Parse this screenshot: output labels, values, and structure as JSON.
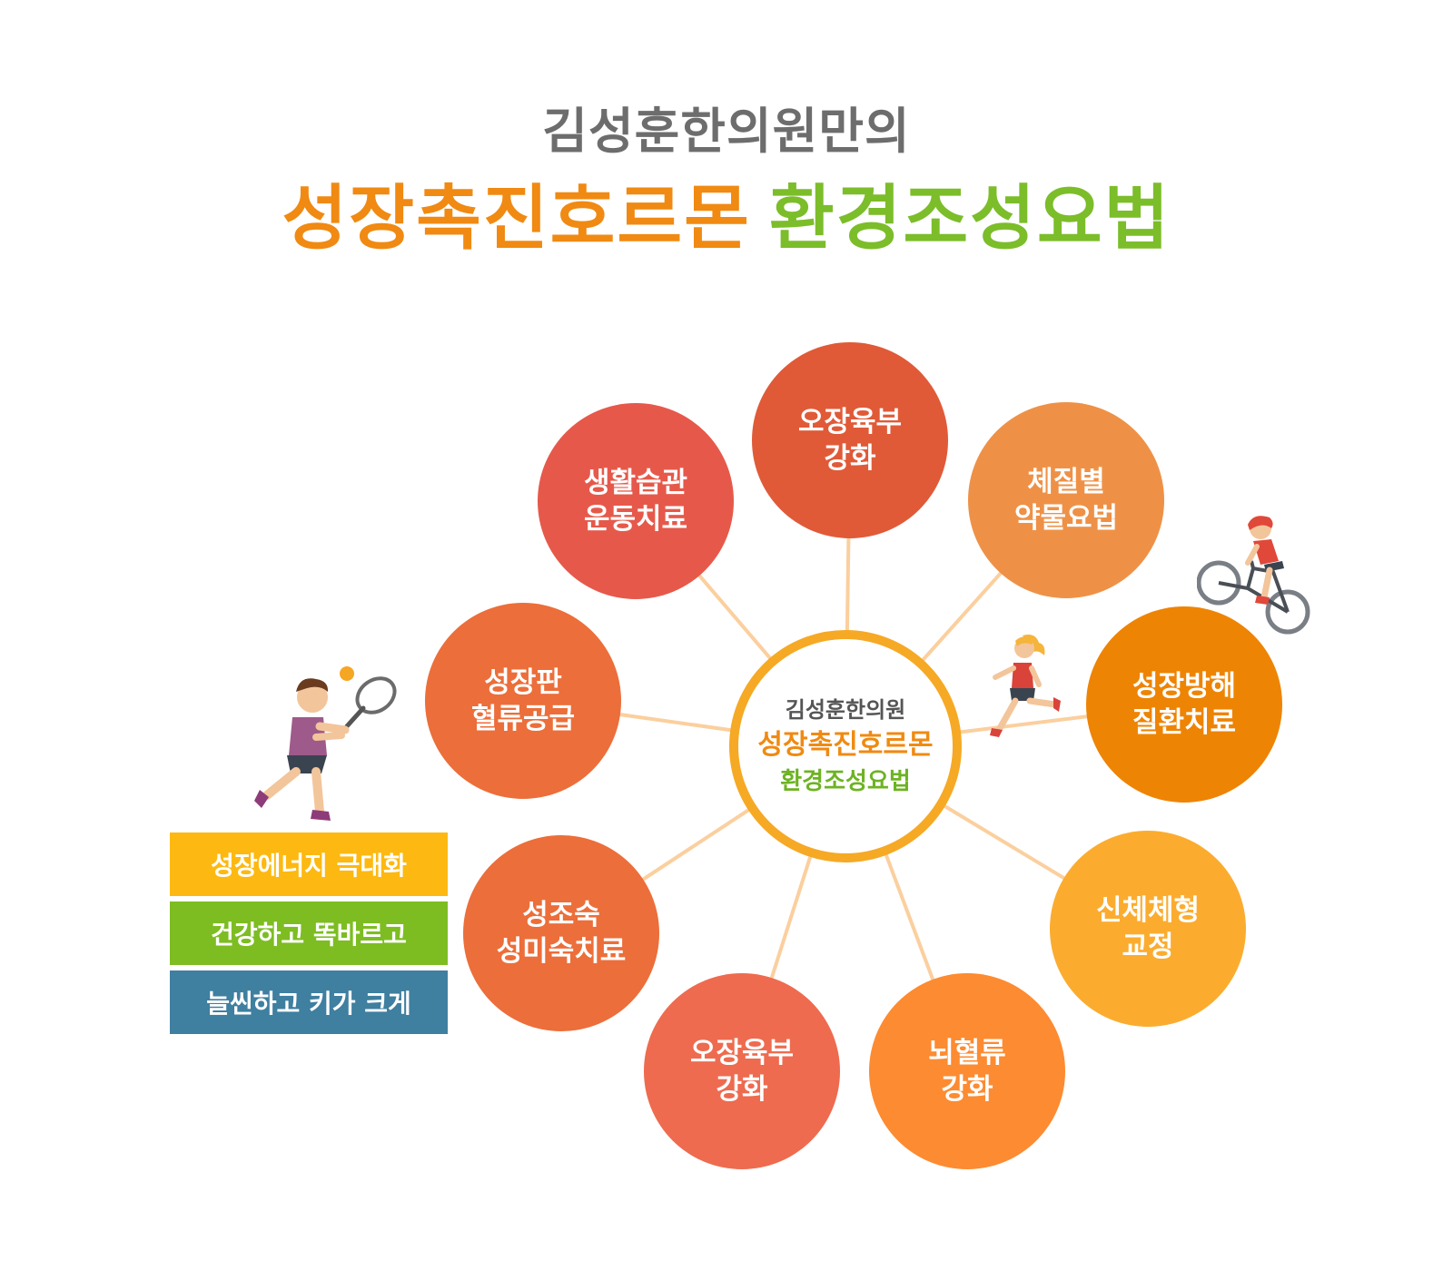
{
  "header": {
    "subtitle": "김성훈한의원만의",
    "title_part1": "성장촉진호르몬",
    "title_part2": "환경조성요법"
  },
  "center": {
    "line1": "김성훈한의원",
    "line2": "성장촉진호르몬",
    "line3": "환경조성요법"
  },
  "nodes": [
    {
      "line1": "오장육부",
      "line2": "강화",
      "color": "#e05a38"
    },
    {
      "line1": "체질별",
      "line2": "약물요법",
      "color": "#ee9147"
    },
    {
      "line1": "성장방해",
      "line2": "질환치료",
      "color": "#ee8404"
    },
    {
      "line1": "신체체형",
      "line2": "교정",
      "color": "#fbac2f"
    },
    {
      "line1": "뇌혈류",
      "line2": "강화",
      "color": "#fd8b31"
    },
    {
      "line1": "오장육부",
      "line2": "강화",
      "color": "#ee6b4f"
    },
    {
      "line1": "성조숙",
      "line2": "성미숙치료",
      "color": "#ec6e3a"
    },
    {
      "line1": "성장판",
      "line2": "혈류공급",
      "color": "#ec6e3a"
    },
    {
      "line1": "생활습관",
      "line2": "운동치료",
      "color": "#e6594a"
    }
  ],
  "bars": [
    {
      "label": "성장에너지 극대화",
      "color": "#fdb911"
    },
    {
      "label": "건강하고 똑바르고",
      "color": "#7dbd22"
    },
    {
      "label": "늘씬하고 키가 크게",
      "color": "#3f7fa0"
    }
  ],
  "connector_color": "#fbcf9e",
  "icons": [
    "tennis-player-icon",
    "runner-icon",
    "cyclist-icon"
  ]
}
